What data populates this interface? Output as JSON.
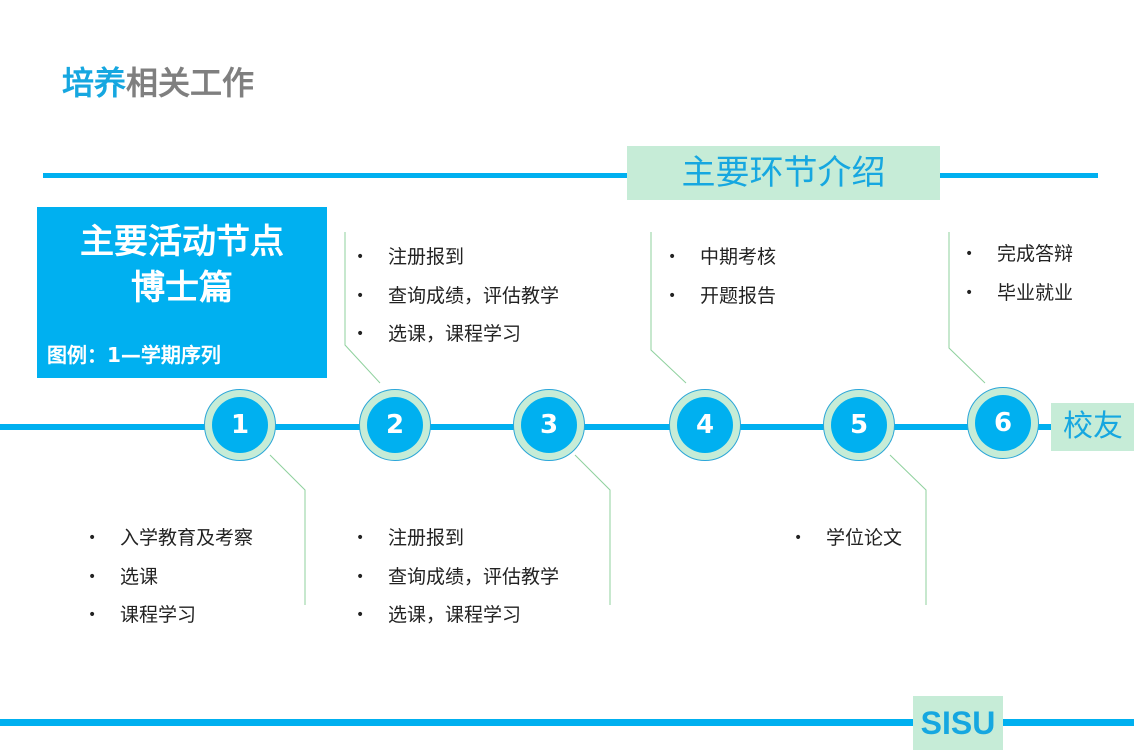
{
  "title": {
    "part1": "培养",
    "part2": "相关工作"
  },
  "section_label": "主要环节介绍",
  "legend_box": {
    "heading_line1": "主要活动节点",
    "heading_line2": "博士篇",
    "legend": "图例：1—学期序列"
  },
  "steps": [
    "1",
    "2",
    "3",
    "4",
    "5",
    "6"
  ],
  "end_label": "校友",
  "upper_lists": {
    "step2": [
      "注册报到",
      "查询成绩，评估教学",
      "选课，课程学习"
    ],
    "step4": [
      "中期考核",
      "开题报告"
    ],
    "step6": [
      "完成答辩",
      "毕业就业"
    ]
  },
  "lower_lists": {
    "step1": [
      "入学教育及考察",
      "选课",
      "课程学习"
    ],
    "step3": [
      "注册报到",
      "查询成绩，评估教学",
      "选课，课程学习"
    ],
    "step5": [
      "学位论文"
    ]
  },
  "logo": "SISU",
  "colors": {
    "accent": "#00b0f0",
    "light_green": "#c6ecd7",
    "connector": "#8fd19e"
  }
}
